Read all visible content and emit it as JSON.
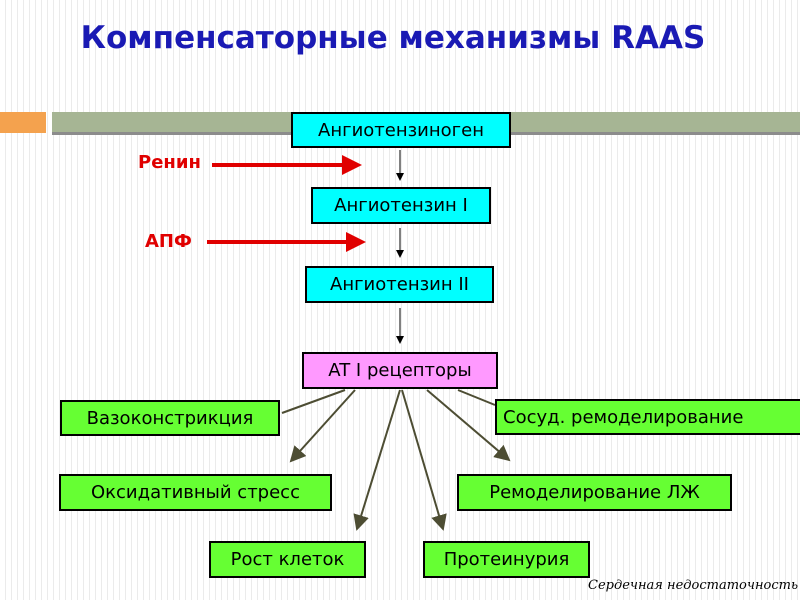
{
  "title": "Компенсаторные механизмы RAAS",
  "chain": {
    "angiotensinogen": "Ангиотензиноген",
    "angiotensin1": "Ангиотензин I",
    "angiotensin2": "Ангиотензин II",
    "receptors": "AT I рецепторы"
  },
  "enzymes": {
    "renin": "Ренин",
    "ace": "АПФ"
  },
  "effects": {
    "vasoconstriction": "Вазоконстрикция",
    "vascular_remodeling": "Сосуд. ремоделирование",
    "oxidative_stress": "Оксидативный стресс",
    "lv_remodeling": "Ремоделирование ЛЖ",
    "cell_growth": "Рост клеток",
    "proteinuria": "Протеинурия"
  },
  "footer": "Сердечная недостаточность",
  "colors": {
    "title": "#1a1ab4",
    "enzyme": "#e00000",
    "chain": "#00ffff",
    "receptor": "#ff99ff",
    "effect": "#66ff33"
  }
}
